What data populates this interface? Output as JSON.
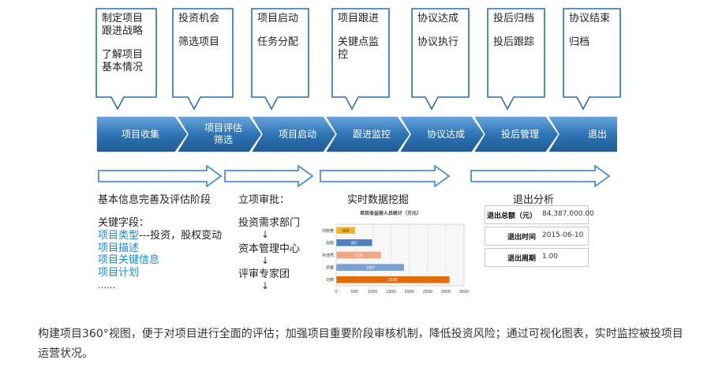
{
  "callouts": [
    {
      "lines": [
        "制定项目",
        "跟进战略",
        "",
        "了解项目",
        "基本情况"
      ]
    },
    {
      "lines": [
        "投资机会",
        "",
        "筛选项目"
      ]
    },
    {
      "lines": [
        "项目启动",
        "",
        "任务分配"
      ]
    },
    {
      "lines": [
        "项目跟进",
        "",
        "关键点监",
        "控"
      ]
    },
    {
      "lines": [
        "协议达成",
        "",
        "协议执行"
      ]
    },
    {
      "lines": [
        "投后归档",
        "",
        "投后跟踪"
      ]
    },
    {
      "lines": [
        "协议结束",
        "",
        "归档"
      ]
    }
  ],
  "process": [
    {
      "label": "项目收集"
    },
    {
      "label": "项目评估\n筛选"
    },
    {
      "label": "项目启动"
    },
    {
      "label": "跟进监控"
    },
    {
      "label": "协议达成"
    },
    {
      "label": "投后管理"
    },
    {
      "label": "退出"
    }
  ],
  "colors": {
    "chevron": "#2f75b5",
    "chevron_light": "#5b9bd5",
    "arrow_outline": "#4a90d9",
    "link": "#1a8bd6"
  },
  "sections": {
    "basic": {
      "title": "基本信息完善及评估阶段",
      "key_label": "关键字段：",
      "fields": [
        {
          "link": "项目类型",
          "rest": "---投资，股权变动"
        },
        {
          "link": "项目描述",
          "rest": ""
        },
        {
          "link": "项目关键信息",
          "rest": ""
        },
        {
          "link": "项目计划",
          "rest": ""
        }
      ],
      "ellipsis": "……"
    },
    "approval": {
      "title": "立项审批：",
      "steps": [
        "投资需求部门",
        "资本管理中心",
        "评审专家团"
      ]
    },
    "mining": {
      "title": "实时数据挖掘"
    },
    "exit": {
      "title": "退出分析",
      "rows": [
        {
          "key": "退出总额（元）",
          "value": "84,387,000.00"
        },
        {
          "key": "退出时间",
          "value": "2015-06-10"
        },
        {
          "key": "退出周期",
          "value": "1.00"
        }
      ]
    }
  },
  "chart_data": {
    "type": "bar",
    "orientation": "horizontal",
    "title": "项目收益按人员统计（万元）",
    "categories": [
      "刘晓艳",
      "孙阳",
      "孙浩然",
      "邓斌",
      "刘婷"
    ],
    "values": [
      525,
      987,
      1230,
      1860,
      3105
    ],
    "bar_colors": [
      "#f0b323",
      "#4f81bd",
      "#f4a582",
      "#7f9fd3",
      "#e36c0a"
    ],
    "xlim": [
      0,
      3500
    ],
    "xticks": [
      0,
      500,
      1000,
      1500,
      2000,
      2500,
      3000,
      3500
    ]
  },
  "footer": "构建项目360°视图，便于对项目进行全面的评估；加强项目重要阶段审核机制，降低投资风险；通过可视化图表，实时监控被投项目运营状况。"
}
